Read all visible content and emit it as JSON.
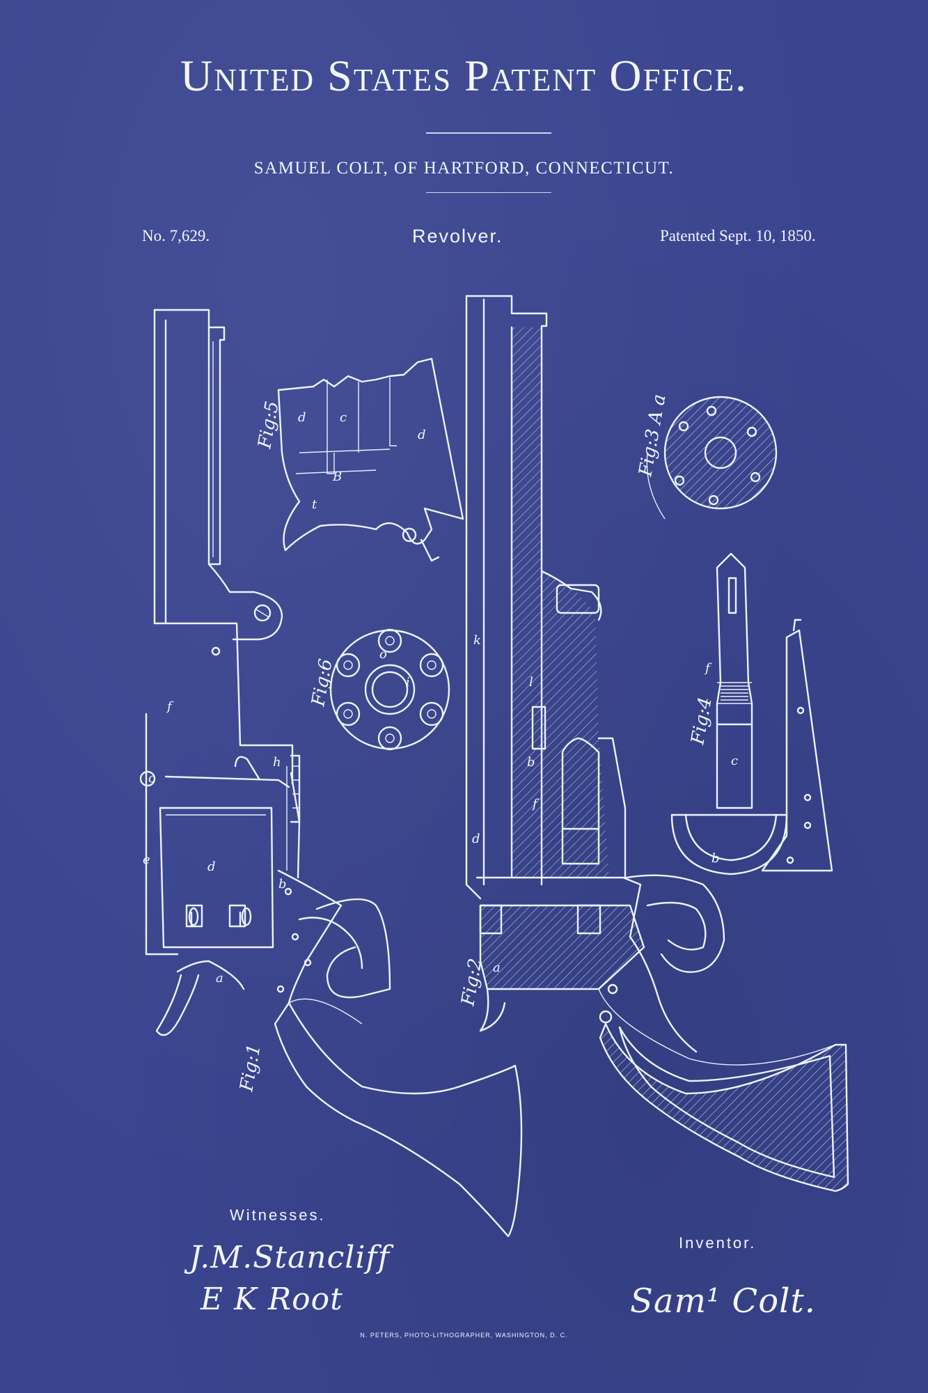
{
  "header": {
    "title": "United States Patent Office.",
    "inventor_line": "SAMUEL COLT, OF HARTFORD, CONNECTICUT.",
    "patent_number": "No. 7,629.",
    "invention": "Revolver.",
    "patent_date": "Patented Sept. 10, 1850."
  },
  "figures": {
    "fig1": "Fig:1",
    "fig2": "Fig:2",
    "fig3a": "Fig:3 A a",
    "fig4": "Fig:4",
    "fig5": "Fig:5",
    "fig6": "Fig:6"
  },
  "part_labels": {
    "fig1": [
      "f",
      "h",
      "e",
      "d",
      "b",
      "a",
      "c"
    ],
    "fig2": [
      "k",
      "l",
      "d",
      "f",
      "b",
      "a"
    ],
    "fig4": [
      "f",
      "c",
      "b"
    ],
    "fig5": [
      "d",
      "c",
      "d",
      "B",
      "t"
    ],
    "fig6": [
      "o",
      "i"
    ]
  },
  "witnesses": {
    "label": "Witnesses.",
    "signatures": [
      "J.M.Stancliff",
      "E K Root"
    ]
  },
  "inventor": {
    "label": "Inventor.",
    "signature": "Sam¹ Colt."
  },
  "footer": "N. PETERS, PHOTO-LITHOGRAPHER, WASHINGTON, D. C.",
  "colors": {
    "background": "#3a4590",
    "ink": "#eef2ff"
  }
}
